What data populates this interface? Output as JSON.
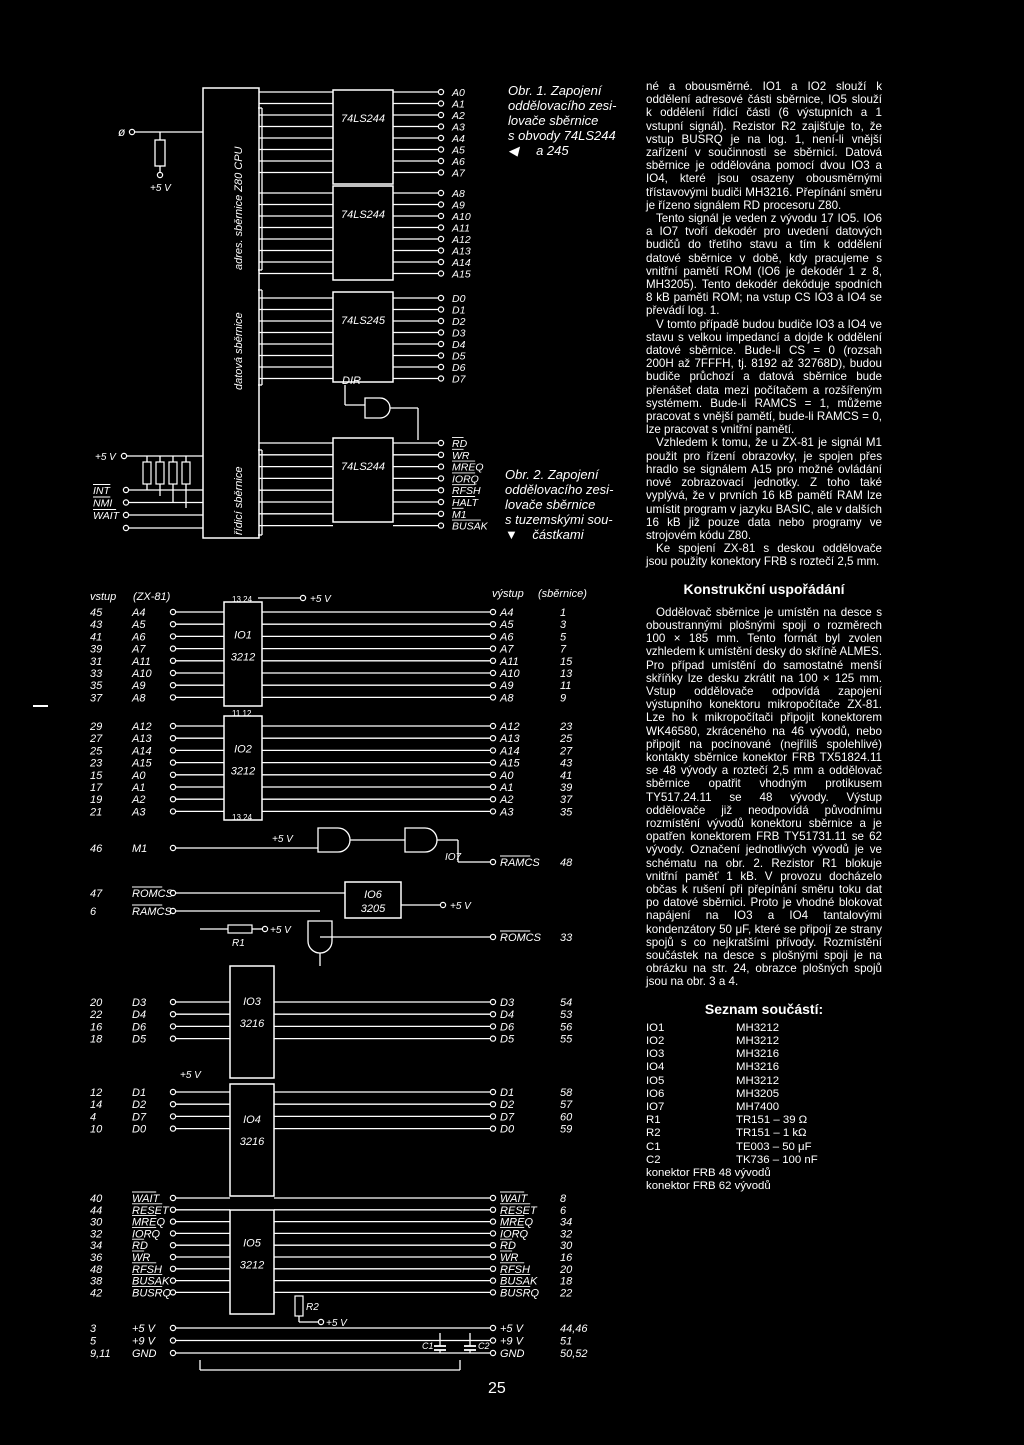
{
  "figure1": {
    "caption": [
      "Obr. 1. Zapojení",
      "oddělovacího zesi-",
      "lovače sběrnice",
      "s obvody 74LS244",
      "a 245"
    ],
    "phi": "ø",
    "r_supply": "+5 V",
    "pullup_supply": "+5 V",
    "inputs": [
      "INT",
      "NMI",
      "WAIT"
    ],
    "bus_labels": [
      "adres. sběrnice Z80 CPU",
      "datová sběrnice",
      "řídicí sběrnice"
    ],
    "chips": [
      "74LS244",
      "74LS244",
      "74LS245",
      "74LS244"
    ],
    "dir": "DIR",
    "address_pins": [
      "A0",
      "A1",
      "A2",
      "A3",
      "A4",
      "A5",
      "A6",
      "A7",
      "A8",
      "A9",
      "A10",
      "A11",
      "A12",
      "A13",
      "A14",
      "A15"
    ],
    "data_pins": [
      "D0",
      "D1",
      "D2",
      "D3",
      "D4",
      "D5",
      "D6",
      "D7"
    ],
    "control_pins": [
      "RD",
      "WR",
      "MREQ",
      "IORQ",
      "RFSH",
      "HALT",
      "M1",
      "BUSAK"
    ]
  },
  "figure2": {
    "caption": [
      "Obr. 2. Zapojení",
      "oddělovacího zesi-",
      "lovače sběrnice",
      "s tuzemskými sou-",
      "částkami"
    ],
    "header_left": [
      "vstup",
      "(ZX-81)"
    ],
    "header_right": [
      "výstup",
      "(sběrnice)"
    ],
    "supply": "+5 V",
    "blocks": [
      {
        "io": "IO1",
        "type": "3212",
        "in_pins": [
          "45",
          "43",
          "41",
          "39",
          "31",
          "33",
          "35",
          "37"
        ],
        "signals": [
          "A4",
          "A5",
          "A6",
          "A7",
          "A11",
          "A10",
          "A9",
          "A8"
        ],
        "out_pins": [
          "1",
          "3",
          "5",
          "7",
          "15",
          "13",
          "11",
          "9"
        ]
      },
      {
        "io": "IO2",
        "type": "3212",
        "in_pins": [
          "29",
          "27",
          "25",
          "23",
          "15",
          "17",
          "19",
          "21"
        ],
        "signals": [
          "A12",
          "A13",
          "A14",
          "A15",
          "A0",
          "A1",
          "A2",
          "A3"
        ],
        "out_pins": [
          "23",
          "25",
          "27",
          "43",
          "41",
          "39",
          "37",
          "35"
        ]
      },
      {
        "io": "IO3",
        "type": "3216",
        "in_pins": [
          "20",
          "22",
          "16",
          "18"
        ],
        "signals": [
          "D3",
          "D4",
          "D6",
          "D5"
        ],
        "out_pins": [
          "54",
          "53",
          "56",
          "55"
        ]
      },
      {
        "io": "IO4",
        "type": "3216",
        "in_pins": [
          "12",
          "14",
          "4",
          "10"
        ],
        "signals": [
          "D1",
          "D2",
          "D7",
          "D0"
        ],
        "out_pins": [
          "58",
          "57",
          "60",
          "59"
        ]
      },
      {
        "io": "IO5",
        "type": "3212",
        "in_pins": [
          "40",
          "44",
          "30",
          "32",
          "34",
          "36",
          "48",
          "38",
          "42"
        ],
        "signals": [
          "WAIT",
          "RESET",
          "MREQ",
          "IORQ",
          "RD",
          "WR",
          "RFSH",
          "BUSAK",
          "BUSRQ"
        ],
        "out_pins": [
          "8",
          "6",
          "34",
          "32",
          "30",
          "16",
          "20",
          "18",
          "22"
        ]
      }
    ],
    "m1": {
      "pin": "46",
      "name": "M1"
    },
    "io7": "IO7",
    "io6": {
      "io": "IO6",
      "type": "3205"
    },
    "romcs": {
      "pin": "47",
      "name": "ROMCS",
      "out": "ROMCS",
      "out_pin": "33"
    },
    "ramcs": {
      "pin": "6",
      "name": "RAMCS",
      "out": "RAMCS",
      "out_pin": "48"
    },
    "r1": "R1",
    "r2": "R2",
    "c1": "C1",
    "c2": "C2",
    "power": [
      {
        "pin": "3",
        "name": "+5 V",
        "out": "+5 V",
        "out_pin": "44,46"
      },
      {
        "pin": "5",
        "name": "+9 V",
        "out": "+9 V",
        "out_pin": "51"
      },
      {
        "pin": "9,11",
        "name": "GND",
        "out": "GND",
        "out_pin": "50,52"
      }
    ]
  },
  "article": {
    "paragraphs": [
      "né a obousměrné. IO1 a IO2 slouží k oddělení adresové části sběrnice, IO5 slouží k oddělení řídicí části (6 výstupních a 1 vstupní signál). Rezistor R2 zajišťuje to, že vstup BUSRQ je na log. 1, není-li vnější zařízení v součinnosti se sběrnicí. Datová sběrnice je oddělována pomocí dvou IO3 a IO4, které jsou osazeny obousměrnými třístavovými budiči MH3216. Přepínání směru je řízeno signálem RD procesoru Z80.",
      "Tento signál je veden z vývodu 17 IO5. IO6 a IO7 tvoří dekodér pro uvedení datových budičů do třetího stavu a tím k oddělení datové sběrnice v době, kdy pracujeme s vnitřní pamětí ROM (IO6 je dekodér 1 z 8, MH3205). Tento dekodér dekóduje spodních 8 kB paměti ROM; na vstup CS IO3 a IO4 se převádí log. 1.",
      "V tomto případě budou budiče IO3 a IO4 ve stavu s velkou impedancí a dojde k oddělení datové sběrnice. Bude-li CS = 0 (rozsah 200H až 7FFFH, tj. 8192 až 32768D), budou budiče průchozí a datová sběrnice bude přenášet data mezi počítačem a rozšířeným systémem. Bude-li RAMCS = 1, můžeme pracovat s vnější pamětí, bude-li RAMCS = 0, lze pracovat s vnitřní pamětí.",
      "Vzhledem k tomu, že u ZX-81 je signál M1 použit pro řízení obrazovky, je spojen přes hradlo se signálem A15 pro možné ovládání nové zobrazovací jednotky. Z toho také vyplývá, že v prvních 16 kB pamětí RAM lze umístit program v jazyku BASIC, ale v dalších 16 kB již pouze data nebo programy ve strojovém kódu Z80.",
      "Ke spojení ZX-81 s deskou oddělovače jsou použity konektory FRB s roztečí 2,5 mm."
    ],
    "heading": "Konstrukční uspořádání",
    "paragraphs2": [
      "Oddělovač sběrnice je umístěn na desce s oboustrannými plošnými spoji o rozměrech 100 × 185 mm. Tento formát byl zvolen vzhledem k umístění desky do skříně ALMES. Pro případ umístění do samostatné menší skříňky lze desku zkrátit na 100 × 125 mm. Vstup oddělovače odpovídá zapojení výstupního konektoru mikropočítače ZX-81. Lze ho k mikropočítači připojit konektorem WK46580, zkráceného na 46 vývodů, nebo připojit na pocínované (nejříliš spolehlivé) kontakty sběrnice konektor FRB TX51824.11 se 48 vývody a roztečí 2,5 mm a oddělovač sběrnice opatřit vhodným protikusem TY517.24.11 se 48 vývody. Výstup oddělovače již neodpovídá původnímu rozmístění vývodů konektoru sběrnice a je opatřen konektorem FRB TY51731.11 se 62 vývody. Označení jednotlivých vývodů je ve schématu na obr. 2. Rezistor R1 blokuje vnitřní paměť 1 kB. V provozu docházelo občas k rušení při přepínání směru toku dat po datové sběrnici. Proto je vhodné blokovat napájení na IO3 a IO4 tantalovými kondenzátory 50 μF, které se připojí ze strany spojů s co nejkratšími přívody. Rozmístění součástek na desce s plošnými spoji je na obrázku na str. 24, obrazce plošných spojů jsou na obr. 3 a 4."
    ],
    "parts_heading": "Seznam součástí:",
    "parts": [
      [
        "IO1",
        "MH3212"
      ],
      [
        "IO2",
        "MH3212"
      ],
      [
        "IO3",
        "MH3216"
      ],
      [
        "IO4",
        "MH3216"
      ],
      [
        "IO5",
        "MH3212"
      ],
      [
        "IO6",
        "MH3205"
      ],
      [
        "IO7",
        "MH7400"
      ],
      [
        "R1",
        "TR151 – 39 Ω"
      ],
      [
        "R2",
        "TR151 – 1 kΩ"
      ],
      [
        "C1",
        "TE003 – 50 μF"
      ],
      [
        "C2",
        "TK736 – 100 nF"
      ]
    ],
    "connectors": [
      "konektor FRB 48 vývodů",
      "konektor FRB 62 vývodů"
    ]
  },
  "page_number": "25"
}
